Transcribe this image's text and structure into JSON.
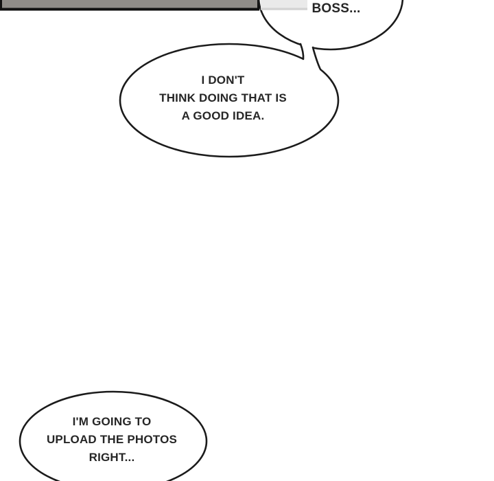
{
  "colors": {
    "paper": "#ffffff",
    "ink": "#1b1b1b",
    "text": "#262626",
    "panel-gray": "#908d89",
    "panel-border": "#111111",
    "strip": "#eaeaea",
    "strip-edge": "#d2d2d2"
  },
  "bubbles": [
    {
      "id": "boss",
      "text": "BOSS..."
    },
    {
      "id": "dont-think",
      "text": "I DON'T\nTHINK DOING THAT IS\nA GOOD IDEA."
    },
    {
      "id": "upload",
      "text": "I'M GOING TO\nUPLOAD THE PHOTOS\nRIGHT..."
    }
  ]
}
